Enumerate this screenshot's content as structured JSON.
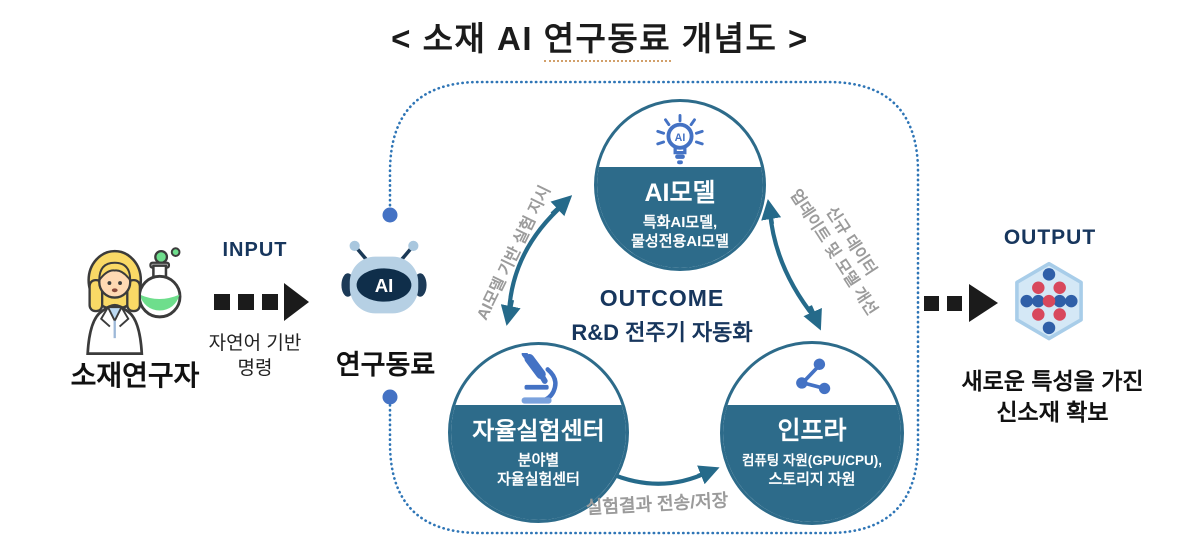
{
  "colors": {
    "node_teal": "#2d6b8a",
    "arrow_teal": "#256a8a",
    "heading_navy": "#17365d",
    "icon_blue": "#4472c4",
    "border_dot_blue": "#2e75b6",
    "gray_label": "#9b9b9b",
    "flask_green": "#6ede8c",
    "text_black": "#1b1b1b"
  },
  "title": {
    "prefix": "< 소재 AI ",
    "underlined": "연구동료",
    "suffix": " 개념도 >"
  },
  "researcher": {
    "label": "소재연구자"
  },
  "input": {
    "heading": "INPUT",
    "line1": "자연어 기반",
    "line2": "명령"
  },
  "robot": {
    "badge": "AI",
    "label": "연구동료"
  },
  "cycle": {
    "outcome": {
      "heading": "OUTCOME",
      "subheading": "R&D 전주기 자동화"
    },
    "ai_model": {
      "icon_badge": "AI",
      "title": "AI모델",
      "line1": "특화AI모델,",
      "line2": "물성전용AI모델"
    },
    "auto_lab": {
      "title": "자율실험센터",
      "line1": "분야별",
      "line2": "자율실험센터"
    },
    "infra": {
      "title": "인프라",
      "line1": "컴퓨팅 자원(GPU/CPU),",
      "line2": "스토리지 자원"
    },
    "edge_left": "AI모델 기반 실험 지시",
    "edge_right_line1": "신규 데이터",
    "edge_right_line2": "업데이트 및 모델 개선",
    "edge_bottom": "실험결과 전송/저장"
  },
  "output": {
    "heading": "OUTPUT",
    "line1": "새로운 특성을 가진",
    "line2": "신소재 확보"
  }
}
